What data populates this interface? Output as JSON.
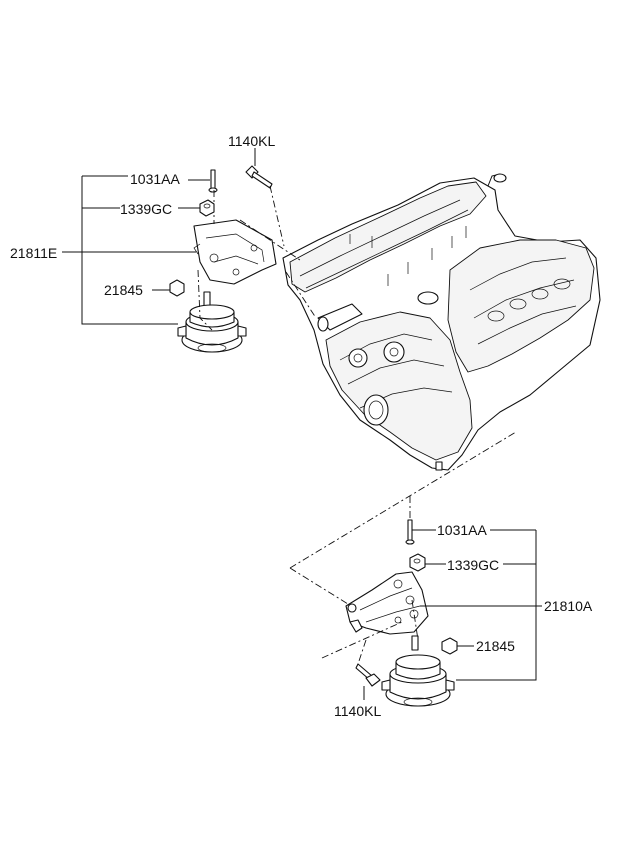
{
  "labels": {
    "top_bolt": "1140KL",
    "top_stud": "1031AA",
    "top_nut": "1339GC",
    "left_bracket": "21811E",
    "top_mount_nut": "21845",
    "right_stud": "1031AA",
    "right_nut": "1339GC",
    "right_bracket": "21810A",
    "right_mount_nut": "21845",
    "bottom_bolt": "1140KL"
  }
}
